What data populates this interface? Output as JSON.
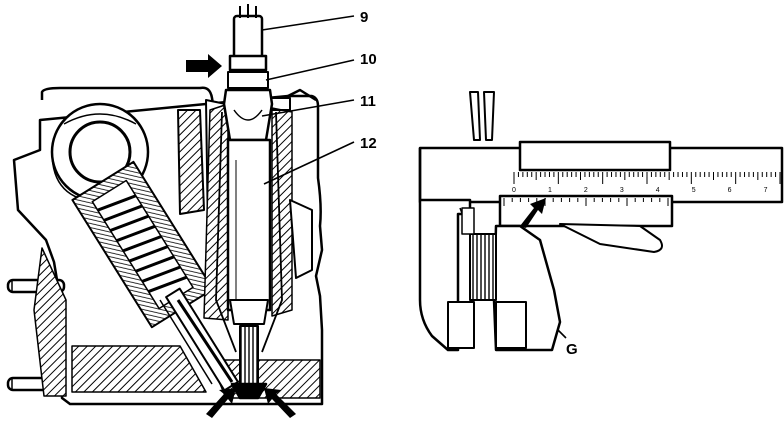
{
  "callouts": {
    "part_9": "9",
    "part_10": "10",
    "part_11": "11",
    "part_12": "12",
    "part_g": "G"
  },
  "scale": {
    "main_ticks": [
      "0",
      "1",
      "2",
      "3",
      "4",
      "5",
      "6",
      "7"
    ]
  },
  "colors": {
    "ink": "#000000",
    "paper": "#ffffff",
    "hatch": "#000000"
  }
}
